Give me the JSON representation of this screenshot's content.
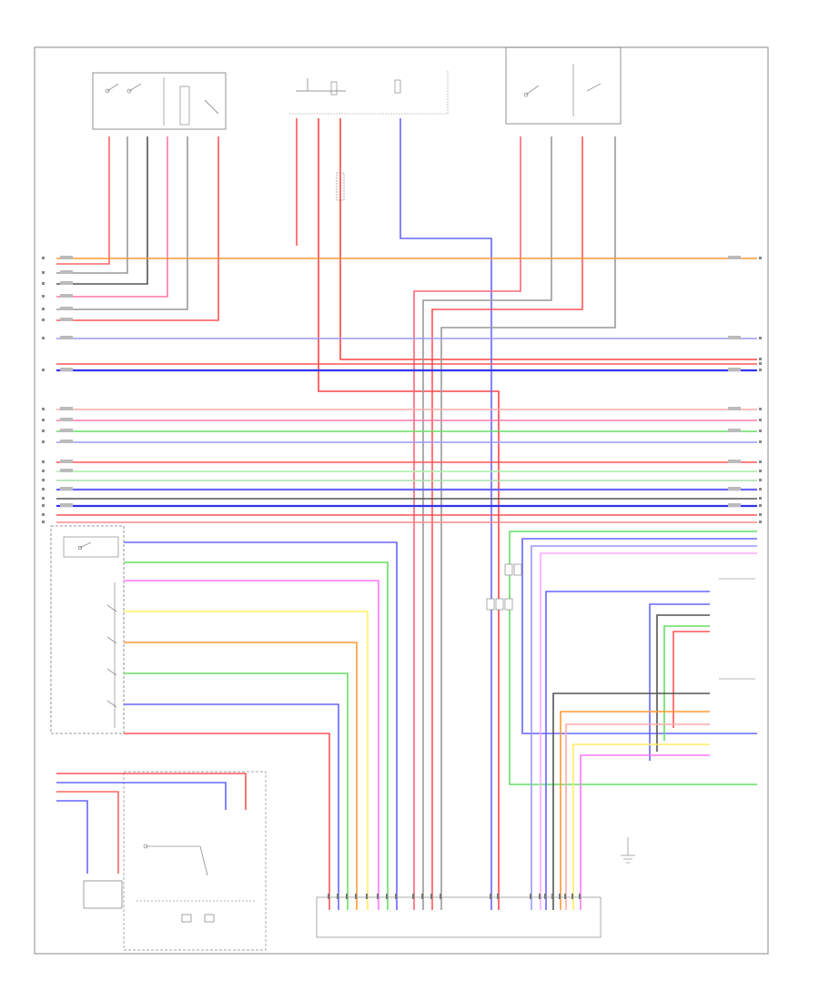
{
  "diagram": {
    "page_number": "",
    "components": [
      {
        "id": "rear-seat-unit",
        "label": ""
      },
      {
        "id": "fuse-top-left",
        "label": ""
      },
      {
        "id": "fuse-top-mid",
        "label": ""
      },
      {
        "id": "engine-room-fuse-block",
        "label": ""
      },
      {
        "id": "front-seat-unit-top",
        "label": ""
      },
      {
        "id": "front-seat-unit-right-top",
        "label": ""
      },
      {
        "id": "switch-panel-left",
        "label": ""
      },
      {
        "id": "right-seat-connector-top",
        "label": ""
      },
      {
        "id": "right-seat-connector-bottom",
        "label": ""
      },
      {
        "id": "seat-belt-switch",
        "label": ""
      },
      {
        "id": "lumbar-motor",
        "label": ""
      },
      {
        "id": "main-ecu",
        "label": ""
      },
      {
        "id": "ground-note",
        "label": ""
      }
    ],
    "colors": {
      "orange": "#ff9933",
      "red": "#ff5555",
      "pink": "#ffaaaa",
      "gray": "#999999",
      "dark": "#555555",
      "blue": "#6666ff",
      "lightblue": "#9999ff",
      "green": "#66dd66",
      "lightgreen": "#aaeeaa",
      "yellow": "#ffee66",
      "magenta": "#ff77ff",
      "frame": "#888888"
    }
  }
}
